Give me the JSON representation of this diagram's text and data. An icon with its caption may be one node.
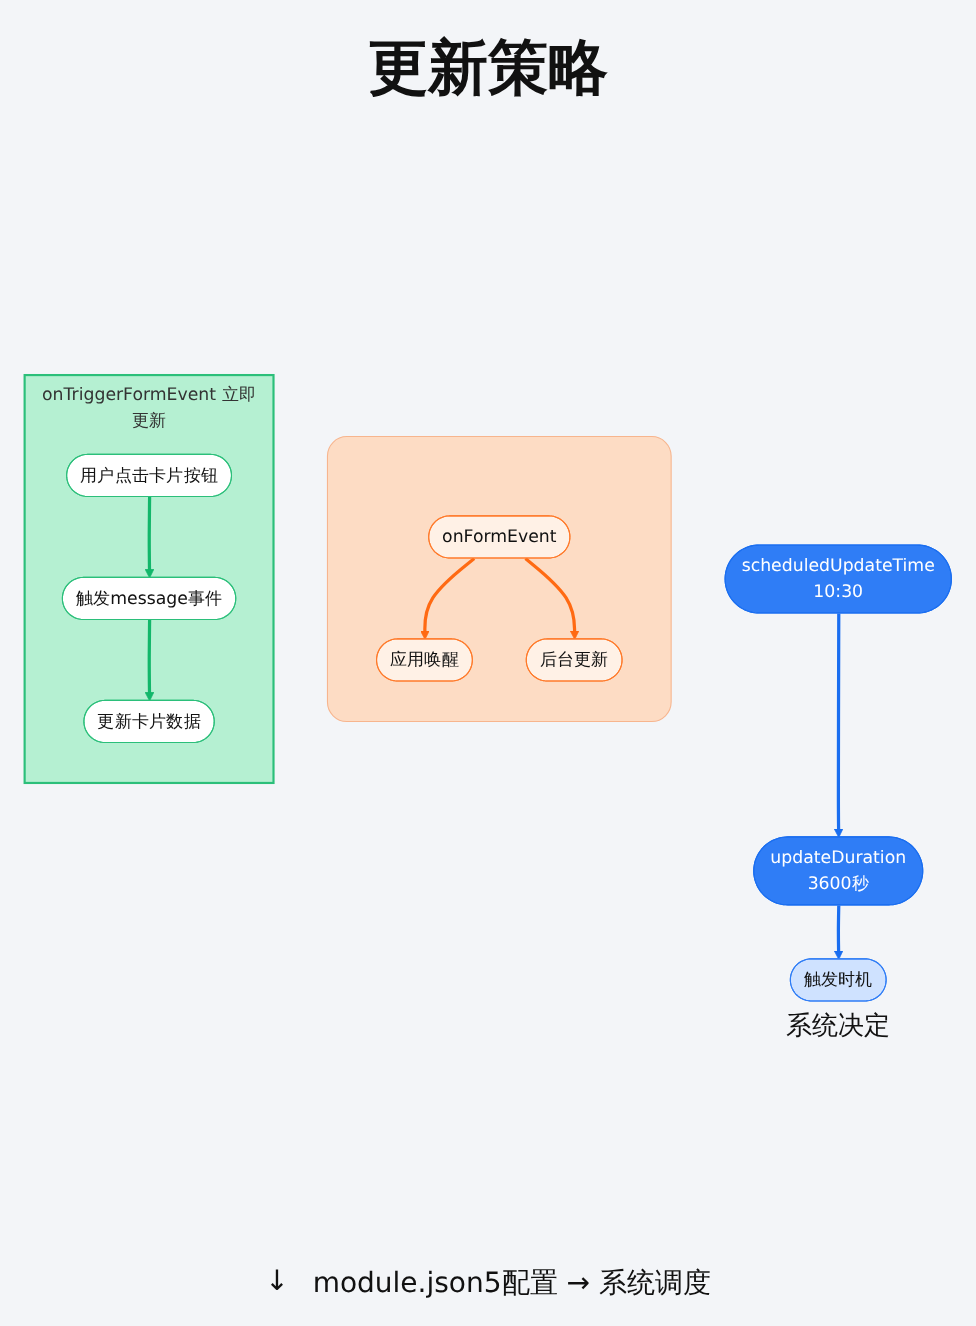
{
  "diagram": {
    "title": "更新策略",
    "nodes": [
      {
        "text": [
          "scheduledUpdateTime",
          "10:30"
        ]
      },
      {
        "text": [
          "updateDuration",
          "3600秒"
        ]
      },
      {
        "text": [
          "触发时机"
        ],
        "beside": [
          "系统决定"
        ]
      },
      {
        "text": [
          "onTriggerFormEvent 立即更新"
        ]
      },
      {
        "text": [
          "用户点击卡片按钮"
        ],
        "in": 3
      },
      {
        "text": [
          "触发message事件"
        ],
        "in": 3
      },
      {
        "text": [
          "更新卡片数据"
        ],
        "in": 3
      },
      {
        "text": [],
        "shape": "box"
      },
      {
        "text": [
          "应用唤醒"
        ],
        "in": 7
      },
      {
        "text": [
          "onFormEvent"
        ],
        "in": 7
      },
      {
        "text": [
          "后台更新"
        ],
        "in": 7
      }
    ],
    "edges": [
      {
        "from": 0,
        "to": 1,
        "arrow": "to",
        "color": "#1a6ef0"
      },
      {
        "from": 1,
        "to": 2,
        "arrow": "to",
        "color": "#1a6ef0"
      },
      {
        "from": 4,
        "to": 5,
        "arrow": "to",
        "color": "#12b76a"
      },
      {
        "from": 5,
        "to": 6,
        "arrow": "to",
        "color": "#12b76a"
      },
      {
        "from": 9,
        "to": 8,
        "arrow": "to",
        "color": "#ff6a13"
      },
      {
        "from": 9,
        "to": 10,
        "arrow": "to",
        "color": "#ff6a13"
      }
    ],
    "labels": [
      "↓",
      "module.json5配置 → 系统调度"
    ]
  }
}
